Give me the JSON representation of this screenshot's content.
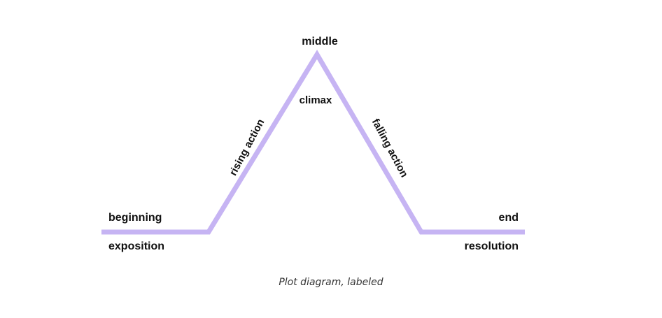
{
  "diagram": {
    "line_color": "#c6b4f3",
    "labels": {
      "top": "middle",
      "peak": "climax",
      "rising": "rising action",
      "falling": "falling action",
      "left_upper": "beginning",
      "left_lower": "exposition",
      "right_upper": "end",
      "right_lower": "resolution"
    }
  },
  "caption": "Plot diagram, labeled"
}
